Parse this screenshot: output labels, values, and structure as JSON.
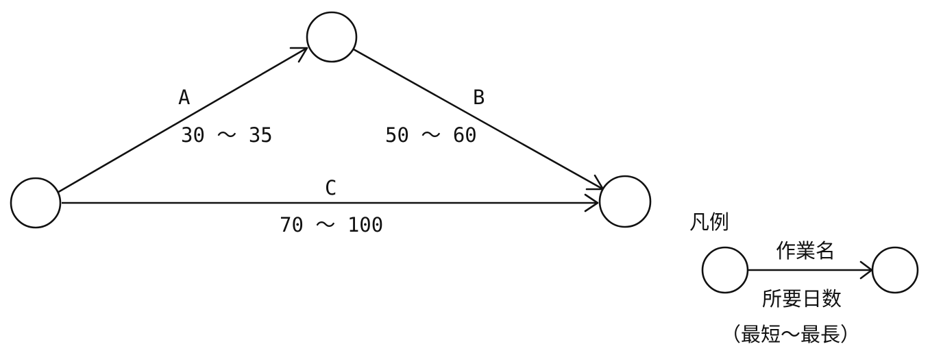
{
  "activities": [
    {
      "name": "A",
      "duration": "30 ～ 35"
    },
    {
      "name": "B",
      "duration": "50 ～ 60"
    },
    {
      "name": "C",
      "duration": "70 ～ 100"
    }
  ],
  "legend": {
    "title": "凡例",
    "activity_name": "作業名",
    "duration": "所要日数",
    "duration_range": "（最短～最長）"
  }
}
